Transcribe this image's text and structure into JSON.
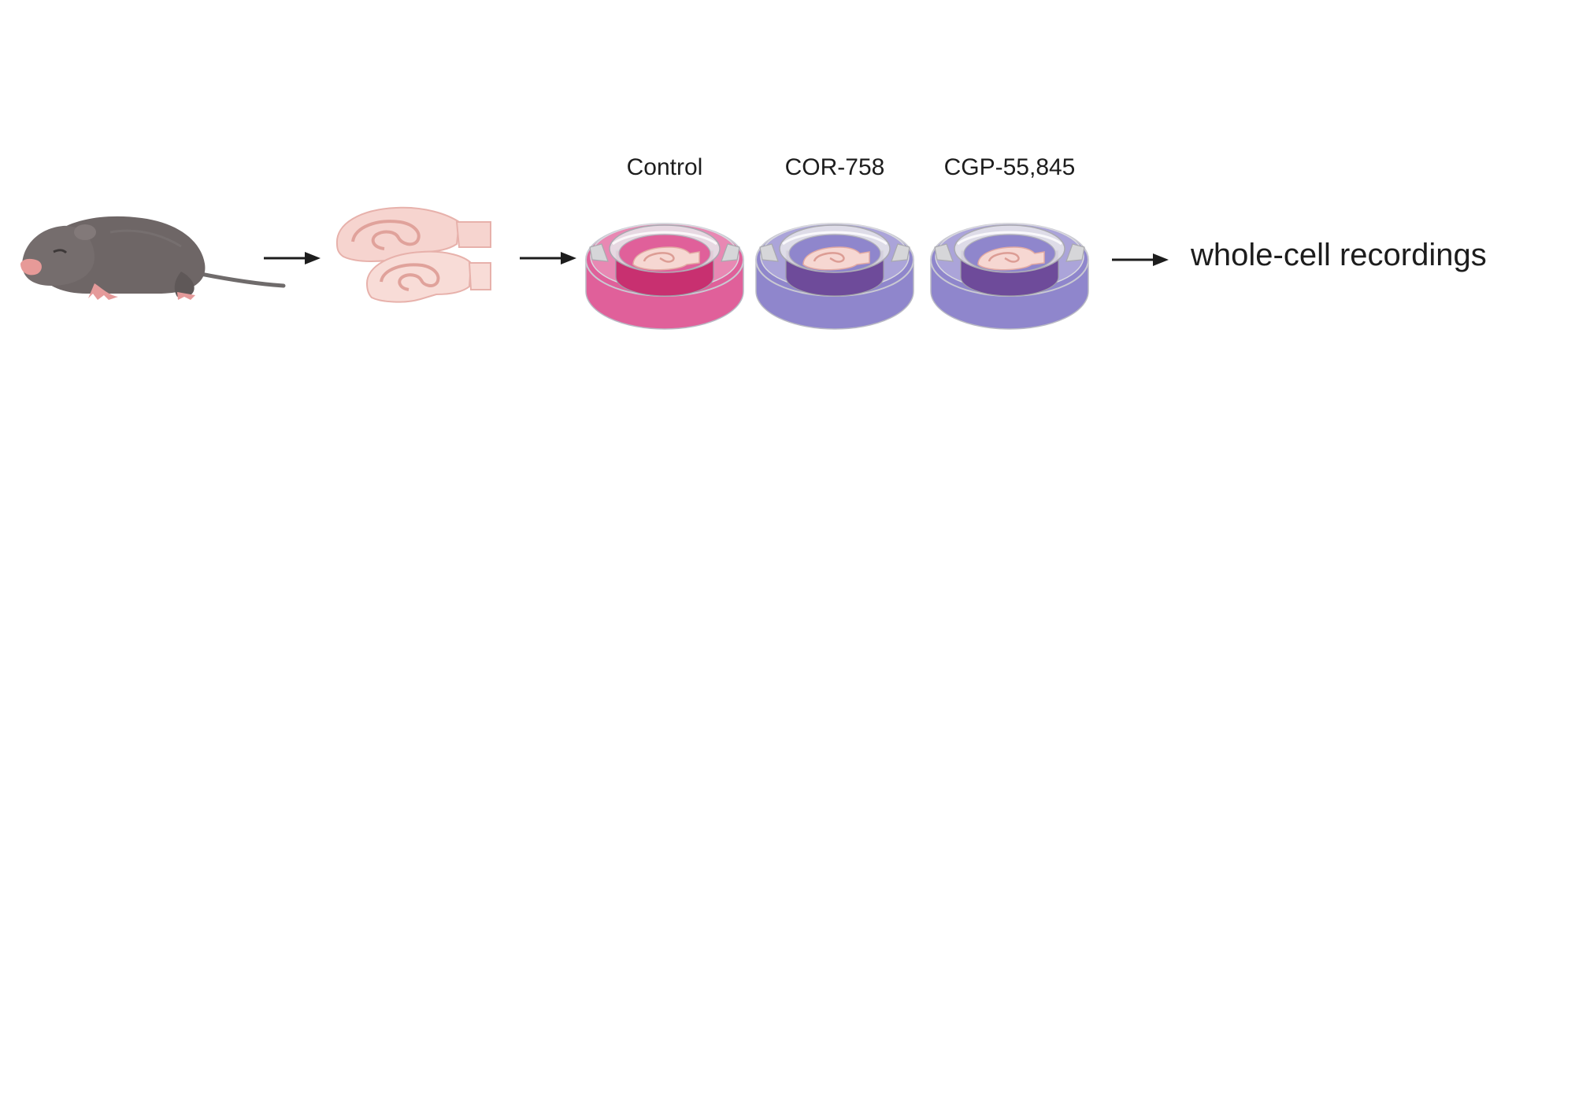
{
  "workflow": {
    "steps": [
      {
        "id": "pup",
        "icon": "mouse-pup-icon"
      },
      {
        "id": "slices",
        "icon": "hippocampal-slices-icon"
      },
      {
        "id": "culture",
        "icon": "culture-dishes-icon"
      },
      {
        "id": "recording",
        "label": "whole-cell recordings"
      }
    ],
    "dishes": [
      {
        "label": "Control",
        "medium_color": "#e0609a",
        "medium_dark": "#c83070"
      },
      {
        "label": "COR-758",
        "medium_color": "#8f86cc",
        "medium_dark": "#6e4b9a"
      },
      {
        "label": "CGP-55,845",
        "medium_color": "#8f86cc",
        "medium_dark": "#6e4b9a"
      }
    ],
    "arrow_color": "#1d1d1d",
    "text_color": "#1d1d1d"
  }
}
